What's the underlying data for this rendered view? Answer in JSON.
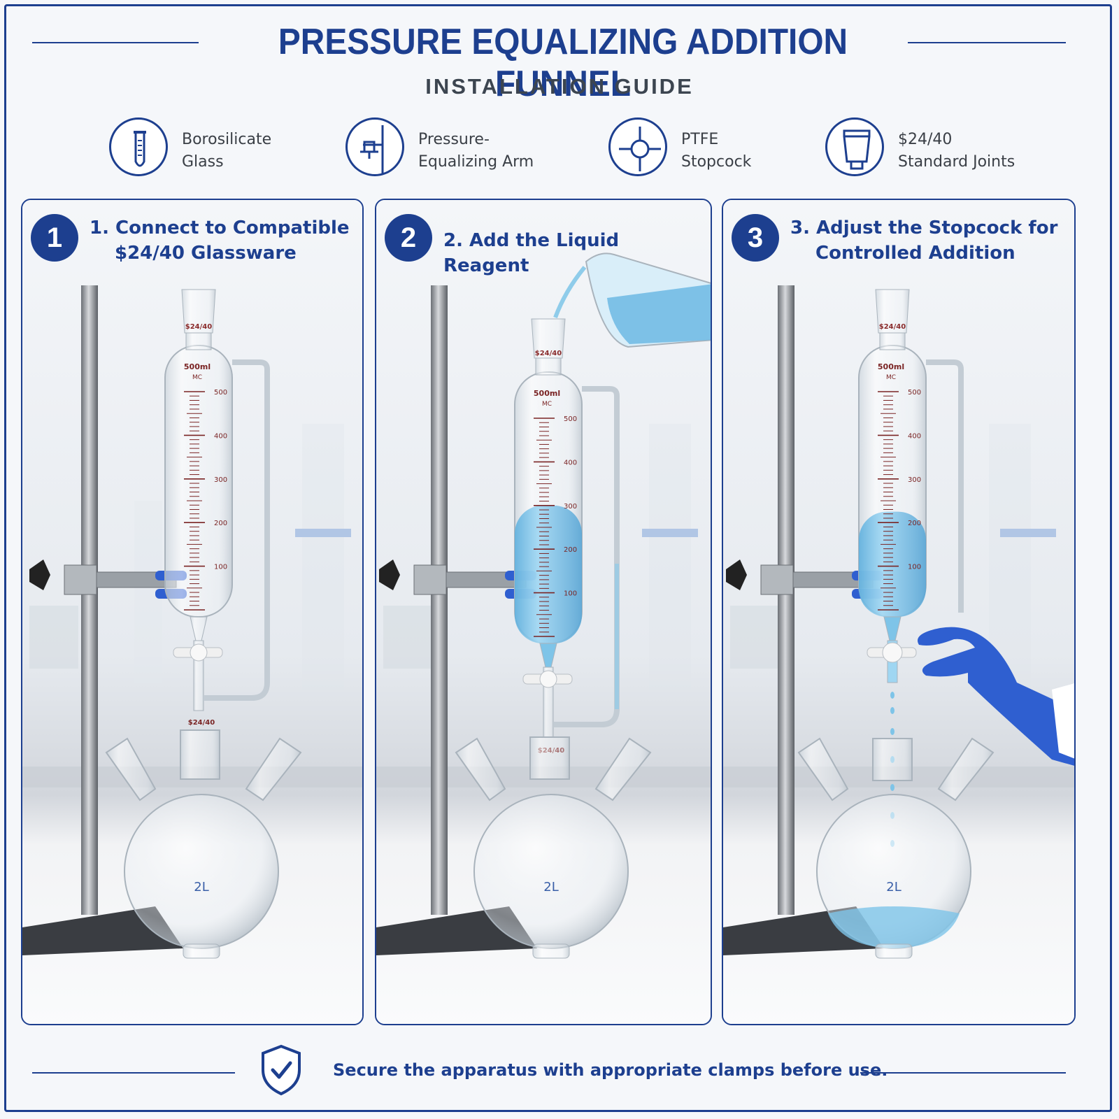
{
  "header": {
    "title": "PRESSURE EQUALIZING ADDITION FUNNEL",
    "subtitle": "INSTALLATION GUIDE"
  },
  "features": [
    {
      "icon": "test-tube-icon",
      "line1": "Borosilicate",
      "line2": "Glass"
    },
    {
      "icon": "pressure-arm-icon",
      "line1": "Pressure-",
      "line2": "Equalizing Arm"
    },
    {
      "icon": "stopcock-icon",
      "line1": "PTFE",
      "line2": "Stopcock"
    },
    {
      "icon": "joint-icon",
      "line1": "$24/40",
      "line2": "Standard Joints"
    }
  ],
  "steps": [
    {
      "number": "1",
      "line1": "1.  Connect to Compatible",
      "line2": "$24/40 Glassware"
    },
    {
      "number": "2",
      "line1": "2.  Add the Liquid Reagent",
      "line2": ""
    },
    {
      "number": "3",
      "line1": "3.  Adjust the Stopcock for",
      "line2": "Controlled Addition"
    }
  ],
  "funnel_labels": {
    "joint": "$24/40",
    "capacity": "500ml",
    "brand": "MC",
    "graduations": [
      "500",
      "400",
      "300",
      "200",
      "100"
    ],
    "flask_volume": "2L"
  },
  "fill_levels": [
    0,
    0.6,
    0.45
  ],
  "footer": {
    "text": "Secure the apparatus with appropriate clamps before use.",
    "icon": "shield-check-icon"
  },
  "colors": {
    "brand_blue": "#1d3f8f",
    "liquid": "#7ec4e8",
    "glove": "#2f5fd0"
  }
}
